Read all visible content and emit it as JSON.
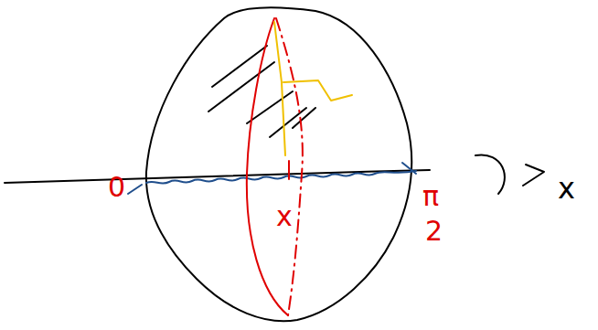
{
  "diagram": {
    "labels": [
      "0",
      "π",
      "2",
      "x",
      "x"
    ]
  }
}
